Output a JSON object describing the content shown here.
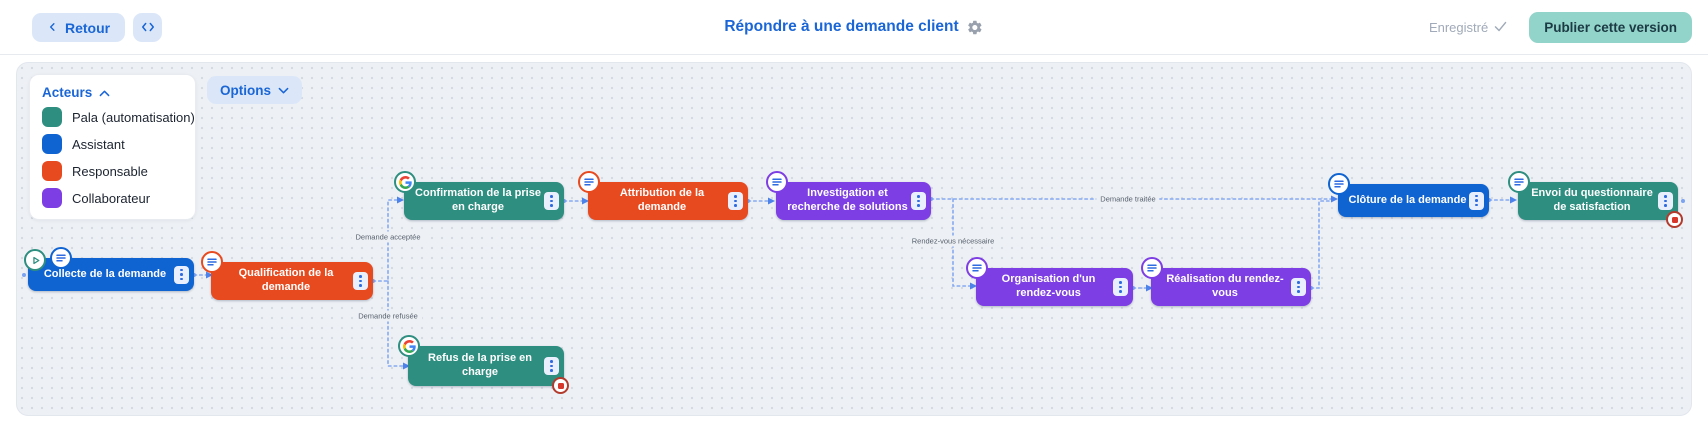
{
  "header": {
    "back_label": "Retour",
    "code_button_icon": "code-icon",
    "title": "Répondre à une demande client",
    "settings_icon": "gear-icon",
    "saved_status": "Enregistré",
    "publish_label": "Publier cette version"
  },
  "canvas": {
    "legend": {
      "title": "Acteurs",
      "items": [
        {
          "label": "Pala (automatisation)",
          "color": "#2e8e80"
        },
        {
          "label": "Assistant",
          "color": "#1064d2"
        },
        {
          "label": "Responsable",
          "color": "#e84a1f"
        },
        {
          "label": "Collaborateur",
          "color": "#7d3ee3"
        }
      ]
    },
    "options_label": "Options",
    "nodes": [
      {
        "id": "collecte",
        "label": "Collecte de la demande",
        "actor": "Assistant",
        "color": "#1064d2",
        "badges": [
          "play-icon",
          "form-icon"
        ],
        "end_badge": false
      },
      {
        "id": "qualification",
        "label": "Qualification de la demande",
        "actor": "Responsable",
        "color": "#e84a1f",
        "badges": [
          "form-icon"
        ],
        "end_badge": false
      },
      {
        "id": "confirmation",
        "label": "Confirmation de la prise en charge",
        "actor": "Pala (automatisation)",
        "color": "#2e8e80",
        "badges": [
          "google-icon"
        ],
        "end_badge": false
      },
      {
        "id": "attribution",
        "label": "Attribution de la demande",
        "actor": "Responsable",
        "color": "#e84a1f",
        "badges": [
          "form-icon"
        ],
        "end_badge": false
      },
      {
        "id": "investigation",
        "label": "Investigation et recherche de solutions",
        "actor": "Collaborateur",
        "color": "#7d3ee3",
        "badges": [
          "form-icon"
        ],
        "end_badge": false
      },
      {
        "id": "organisation",
        "label": "Organisation d'un rendez-vous",
        "actor": "Collaborateur",
        "color": "#7d3ee3",
        "badges": [
          "form-icon"
        ],
        "end_badge": false
      },
      {
        "id": "realisation",
        "label": "Réalisation du rendez-vous",
        "actor": "Collaborateur",
        "color": "#7d3ee3",
        "badges": [
          "form-icon"
        ],
        "end_badge": false
      },
      {
        "id": "cloture",
        "label": "Clôture de la demande",
        "actor": "Assistant",
        "color": "#1064d2",
        "badges": [
          "form-icon"
        ],
        "end_badge": false
      },
      {
        "id": "envoi",
        "label": "Envoi du questionnaire de satisfaction",
        "actor": "Pala (automatisation)",
        "color": "#2e8e80",
        "badges": [
          "form-icon"
        ],
        "end_badge": true
      },
      {
        "id": "refus",
        "label": "Refus de la prise en charge",
        "actor": "Pala (automatisation)",
        "color": "#2e8e80",
        "badges": [
          "google-icon"
        ],
        "end_badge": true
      }
    ],
    "edges": [
      {
        "from": "collecte",
        "to": "qualification",
        "label": ""
      },
      {
        "from": "qualification",
        "to": "confirmation",
        "label": "Demande acceptée"
      },
      {
        "from": "qualification",
        "to": "refus",
        "label": "Demande refusée"
      },
      {
        "from": "confirmation",
        "to": "attribution",
        "label": ""
      },
      {
        "from": "attribution",
        "to": "investigation",
        "label": ""
      },
      {
        "from": "investigation",
        "to": "cloture",
        "label": "Demande traitée"
      },
      {
        "from": "investigation",
        "to": "organisation",
        "label": "Rendez-vous nécessaire"
      },
      {
        "from": "organisation",
        "to": "realisation",
        "label": ""
      },
      {
        "from": "realisation",
        "to": "cloture",
        "label": ""
      },
      {
        "from": "cloture",
        "to": "envoi",
        "label": ""
      }
    ]
  },
  "colors": {
    "accent_blue": "#1a66d6",
    "light_button_bg": "#dbe7f8",
    "publish_bg": "#92d3ca",
    "publish_text": "#1b3a43",
    "canvas_bg": "#edf0f4",
    "edge_line": "#85a9f2",
    "saved_text": "#a0aab8"
  }
}
